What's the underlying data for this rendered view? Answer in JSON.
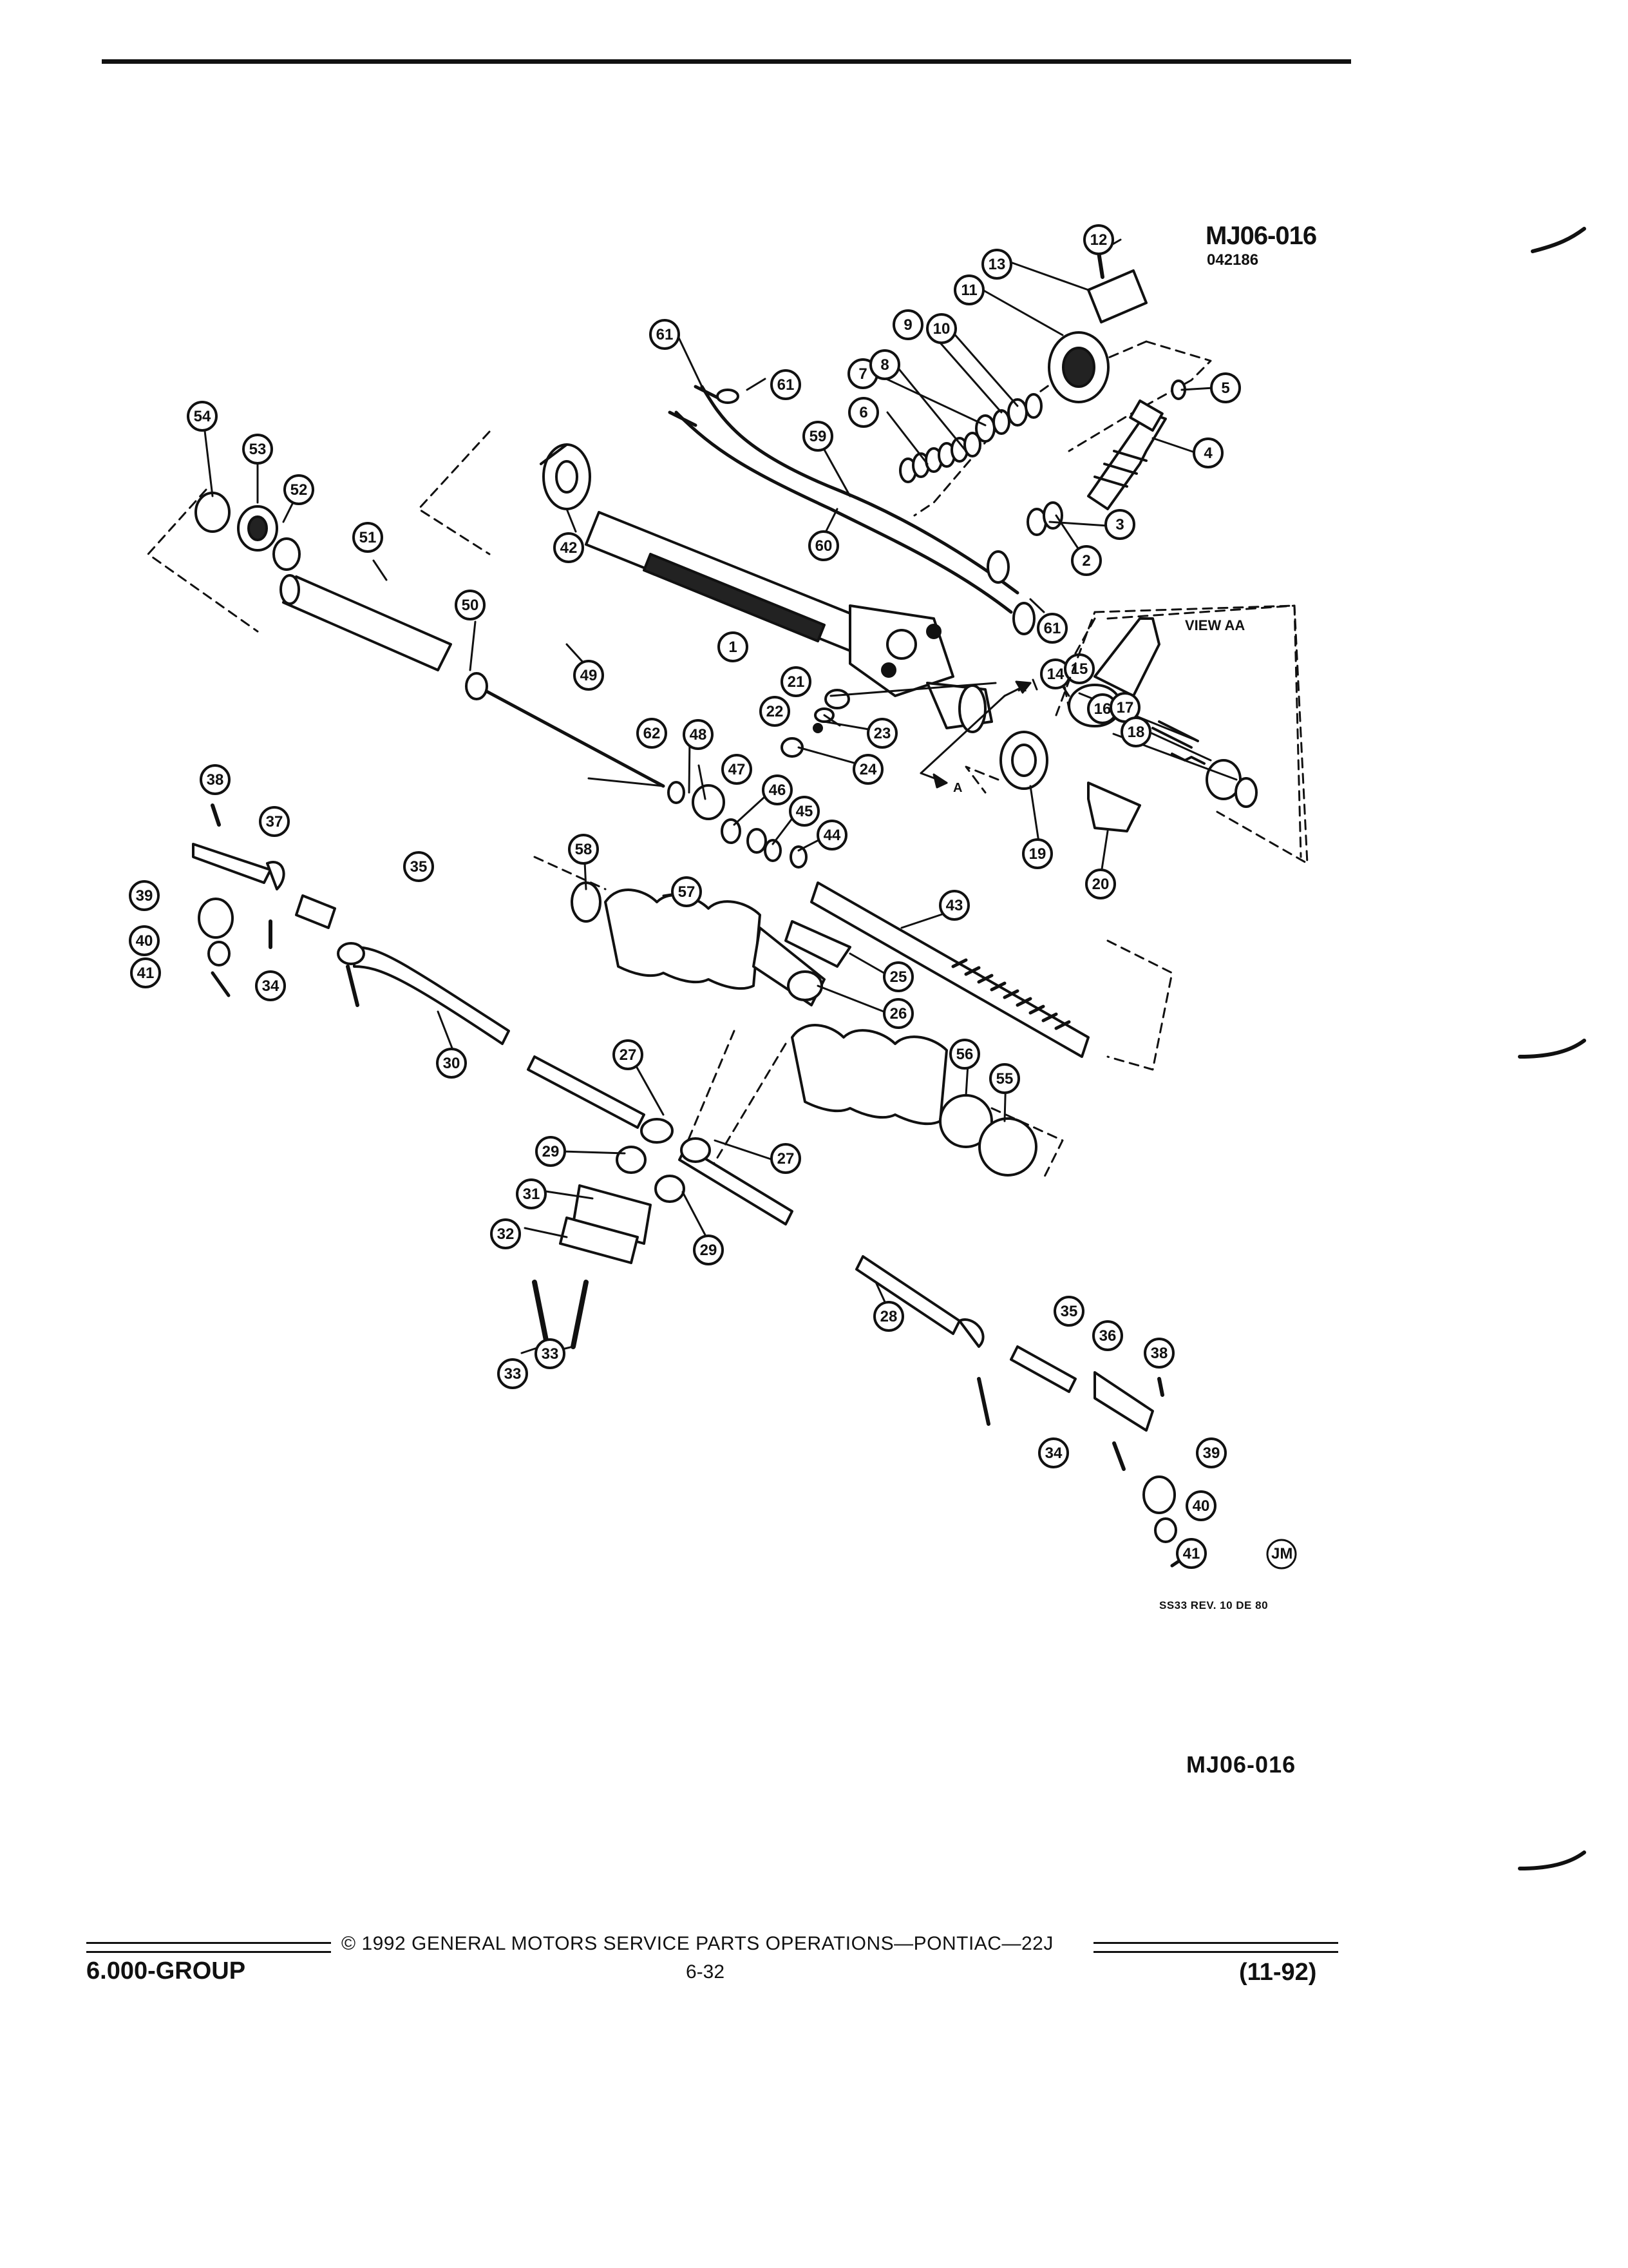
{
  "figure": {
    "code": "MJ06-016",
    "sub_code": "042186",
    "revision": "SS33 REV. 10 DE 80",
    "bottom_code": "MJ06-016",
    "jm_badge": "JM",
    "view_label": "VIEW AA",
    "section_letter": "A"
  },
  "callouts": [
    "1",
    "2",
    "3",
    "4",
    "5",
    "6",
    "7",
    "8",
    "9",
    "10",
    "11",
    "12",
    "13",
    "14",
    "15",
    "16",
    "17",
    "18",
    "19",
    "20",
    "21",
    "22",
    "23",
    "24",
    "25",
    "26",
    "27",
    "27",
    "28",
    "29",
    "29",
    "30",
    "31",
    "32",
    "33",
    "33",
    "34",
    "34",
    "35",
    "35",
    "36",
    "37",
    "38",
    "38",
    "39",
    "39",
    "40",
    "40",
    "41",
    "41",
    "42",
    "43",
    "44",
    "45",
    "46",
    "47",
    "48",
    "49",
    "50",
    "51",
    "52",
    "53",
    "54",
    "55",
    "56",
    "57",
    "58",
    "59",
    "60",
    "61",
    "61",
    "61",
    "62"
  ],
  "footer": {
    "group": "6.000-GROUP",
    "copyright": "© 1992 GENERAL MOTORS SERVICE PARTS OPERATIONS—PONTIAC—22J",
    "page_number": "6-32",
    "date": "(11-92)"
  }
}
